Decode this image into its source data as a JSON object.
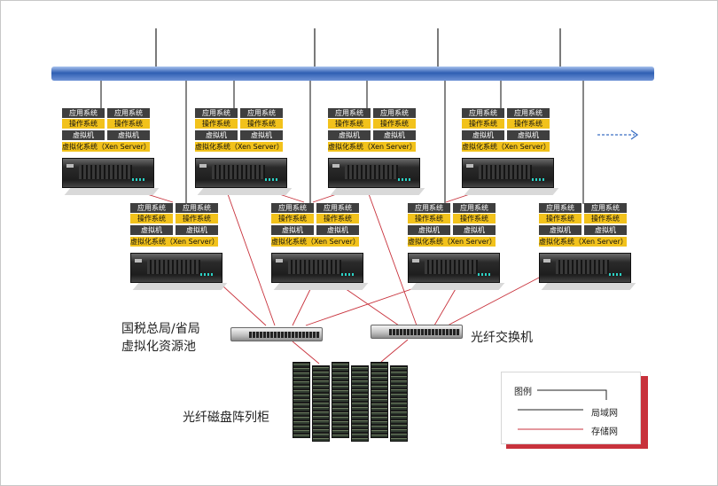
{
  "server_labels": {
    "app": "应用系统",
    "os": "操作系统",
    "vm": "虚拟机",
    "virt": "虚拟化系统（Xen Server）"
  },
  "captions": {
    "pool_line1": "国税总局/省局",
    "pool_line2": "虚拟化资源池",
    "switch": "光纤交换机",
    "storage": "光纤磁盘阵列柜"
  },
  "legend": {
    "title": "图例",
    "lan": "局域网",
    "san": "存储网"
  },
  "colors": {
    "backbone": "#2f5fb3",
    "lan_line": "#222222",
    "san_line": "#c8323c",
    "label_dark": "#3f3f3f",
    "label_yellow": "#f2c21b"
  }
}
